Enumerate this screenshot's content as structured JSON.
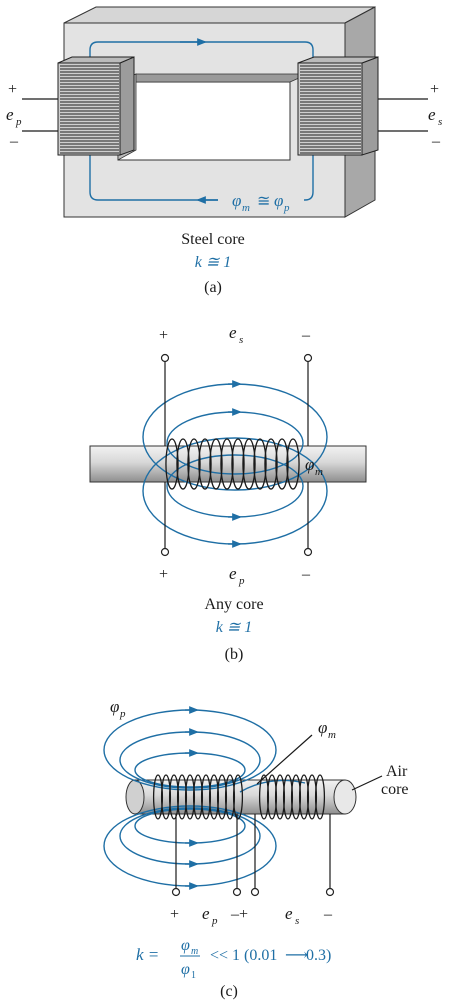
{
  "panel_a": {
    "plus_left": "+",
    "ep": "e",
    "ep_sub": "p",
    "minus_left": "–",
    "plus_right": "+",
    "es": "e",
    "es_sub": "s",
    "minus_right": "–",
    "flux_phi_m": "φ",
    "flux_m_sub": "m",
    "flux_approx": "≅",
    "flux_phi_p": "φ",
    "flux_p_sub": "p",
    "core_label": "Steel core",
    "k_label": "k ≅ 1",
    "caption": "(a)"
  },
  "panel_b": {
    "plus_top": "+",
    "es": "e",
    "es_sub": "s",
    "minus_top": "–",
    "phi": "φ",
    "phi_sub": "m",
    "plus_bottom": "+",
    "ep": "e",
    "ep_sub": "p",
    "minus_bottom": "–",
    "core_label": "Any core",
    "k_label": "k ≅ 1",
    "caption": "(b)"
  },
  "panel_c": {
    "phi_p": "φ",
    "phi_p_sub": "p",
    "phi_m": "φ",
    "phi_m_sub": "m",
    "air_label_1": "Air",
    "air_label_2": "core",
    "plus_1": "+",
    "ep": "e",
    "ep_sub": "p",
    "minus_plus": "–+",
    "es": "e",
    "es_sub": "s",
    "minus_2": "–",
    "k_prefix": "k =",
    "frac_num": "φ",
    "frac_num_sub": "m",
    "frac_den": "φ",
    "frac_den_sub": "1",
    "k_suffix": "<< 1 (0.01",
    "k_arrow": "⟶",
    "k_end": "0.3)",
    "caption": "(c)"
  },
  "colors": {
    "flux": "#1f6fa5",
    "core_light": "#e6e6e6",
    "core_mid": "#c8c8c8",
    "core_dark": "#9a9a9a"
  }
}
